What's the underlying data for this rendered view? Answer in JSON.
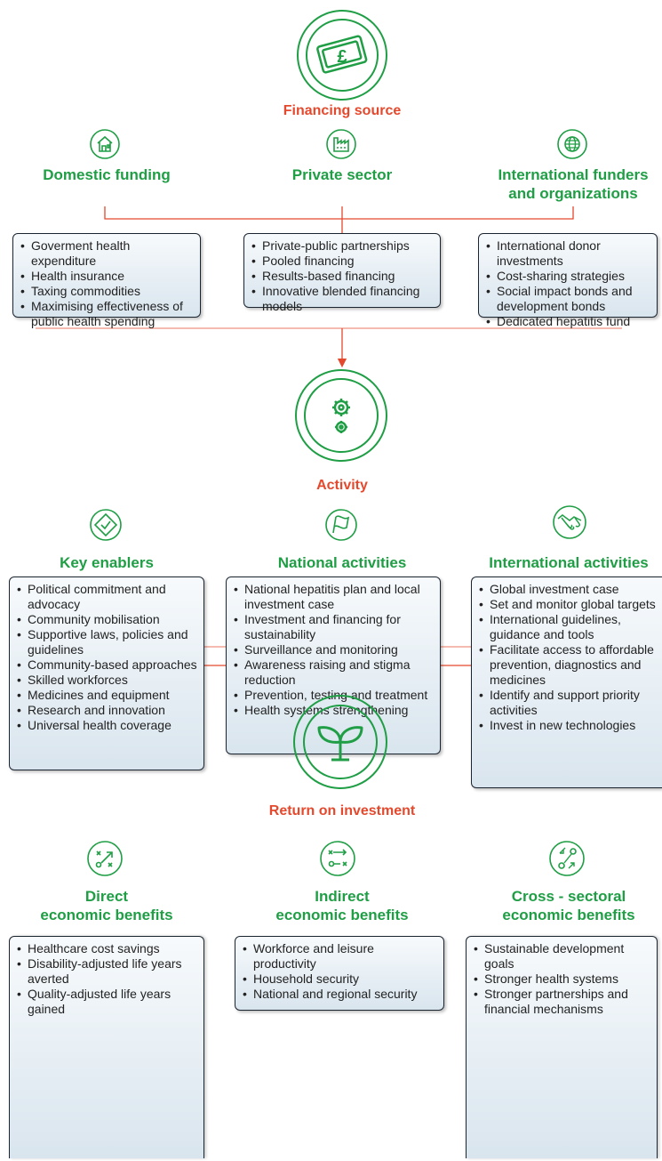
{
  "financing": {
    "title": "Financing source",
    "columns": [
      {
        "title": "Domestic funding",
        "icon": "house-icon",
        "items": [
          "Goverment health expenditure",
          "Health insurance",
          "Taxing commodities",
          "Maximising effectiveness of public health spending"
        ]
      },
      {
        "title": "Private sector",
        "icon": "factory-icon",
        "items": [
          "Private-public partnerships",
          "Pooled financing",
          "Results-based financing",
          "Innovative blended financing models"
        ]
      },
      {
        "title": "International funders and organizations",
        "icon": "globe-icon",
        "items": [
          "International donor investments",
          "Cost-sharing strategies",
          "Social impact bonds and development bonds",
          "Dedicated hepatitis fund"
        ]
      }
    ]
  },
  "activity": {
    "title": "Activity",
    "columns": [
      {
        "title": "Key enablers",
        "icon": "check-diamond-icon",
        "items": [
          "Political commitment and advocacy",
          "Community mobilisation",
          "Supportive laws, policies and guidelines",
          "Community-based approaches",
          "Skilled workforces",
          "Medicines and equipment",
          "Research and innovation",
          "Universal health coverage"
        ]
      },
      {
        "title": "National activities",
        "icon": "flag-icon",
        "items": [
          "National hepatitis plan and local investment case",
          "Investment and financing for sustainability",
          "Surveillance and monitoring",
          "Awareness raising and stigma reduction",
          "Prevention, testing and treatment",
          "Health systems strengthening"
        ]
      },
      {
        "title": "International activities",
        "icon": "handshake-icon",
        "items": [
          "Global investment case",
          "Set and monitor global targets",
          "International guidelines, guidance and tools",
          "Facilitate access to affordable prevention, diagnostics and medicines",
          "Identify and support priority activities",
          "Invest in new technologies"
        ]
      }
    ]
  },
  "roi": {
    "title": "Return on investment",
    "columns": [
      {
        "title_line1": "Direct",
        "title_line2": "economic benefits",
        "icon": "strategy-icon",
        "items": [
          "Healthcare cost savings",
          "Disability-adjusted life years averted",
          "Quality-adjusted life years gained"
        ]
      },
      {
        "title_line1": "Indirect",
        "title_line2": "economic benefits",
        "icon": "paths-icon",
        "items": [
          "Workforce and leisure productivity",
          "Household security",
          "National and regional security"
        ]
      },
      {
        "title_line1": "Cross - sectoral",
        "title_line2": "economic benefits",
        "icon": "route-icon",
        "items": [
          "Sustainable development goals",
          "Stronger health systems",
          "Stronger partnerships and financial mechanisms"
        ]
      }
    ]
  },
  "colors": {
    "accent_red": "#e5492d",
    "accent_green": "#1f9e45"
  }
}
